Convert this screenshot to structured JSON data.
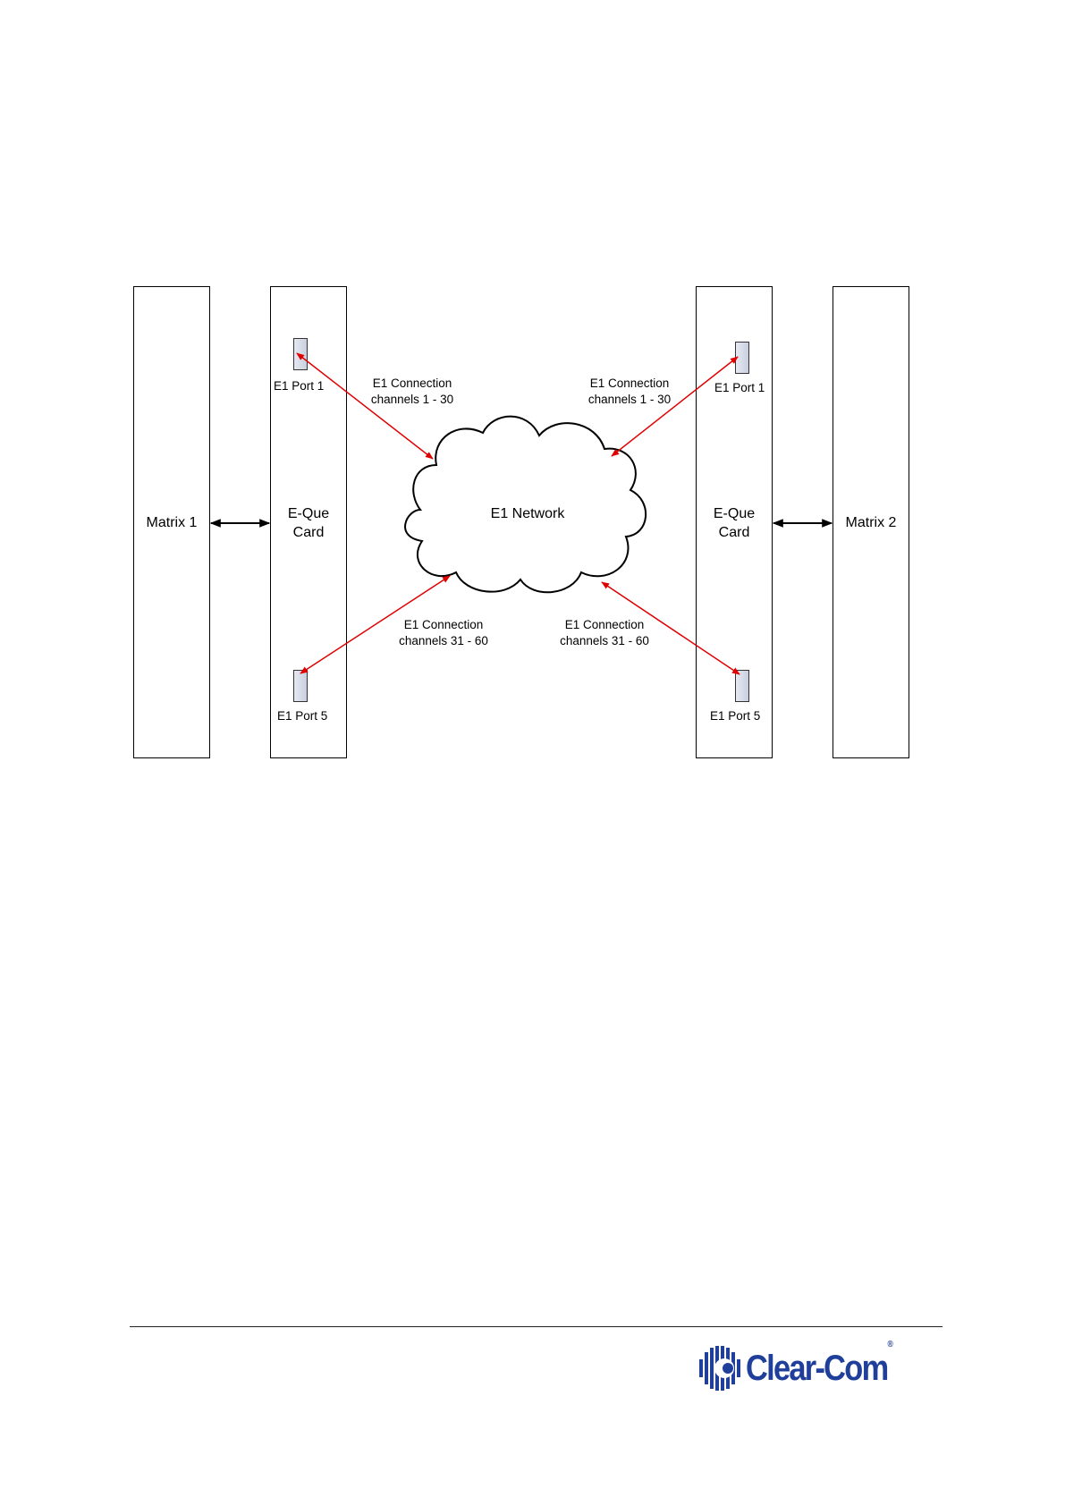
{
  "diagram": {
    "matrix_left": "Matrix 1",
    "matrix_right": "Matrix 2",
    "card_left": [
      "E-Que",
      "Card"
    ],
    "card_right": [
      "E-Que",
      "Card"
    ],
    "network": "E1 Network",
    "port_left_top": "E1 Port 1",
    "port_left_bottom": "E1 Port 5",
    "port_right_top": "E1 Port 1",
    "port_right_bottom": "E1 Port 5",
    "conn_tl": [
      "E1 Connection",
      "channels 1 - 30"
    ],
    "conn_tr": [
      "E1 Connection",
      "channels 1 - 30"
    ],
    "conn_bl": [
      "E1 Connection",
      "channels 31 - 60"
    ],
    "conn_br": [
      "E1 Connection",
      "channels 31 - 60"
    ],
    "colors": {
      "connection": "#e00000",
      "link": "#000000"
    }
  },
  "footer": {
    "logo_text": "Clear-Com",
    "logo_mark": "®"
  }
}
